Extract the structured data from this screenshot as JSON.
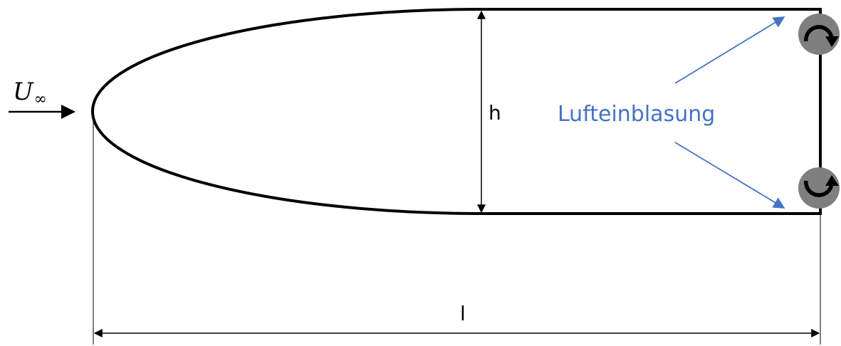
{
  "labels": {
    "freestream_symbol": "U",
    "freestream_subscript": "∞",
    "height": "h",
    "length": "l",
    "annotation": "Lufteinblasung"
  },
  "colors": {
    "outline": "#000000",
    "annotation": "#4472C4",
    "nozzle_fill": "#7F7F7F"
  },
  "icons": {
    "upper_nozzle": "rotate-clockwise-icon",
    "lower_nozzle": "rotate-counterclockwise-icon"
  }
}
